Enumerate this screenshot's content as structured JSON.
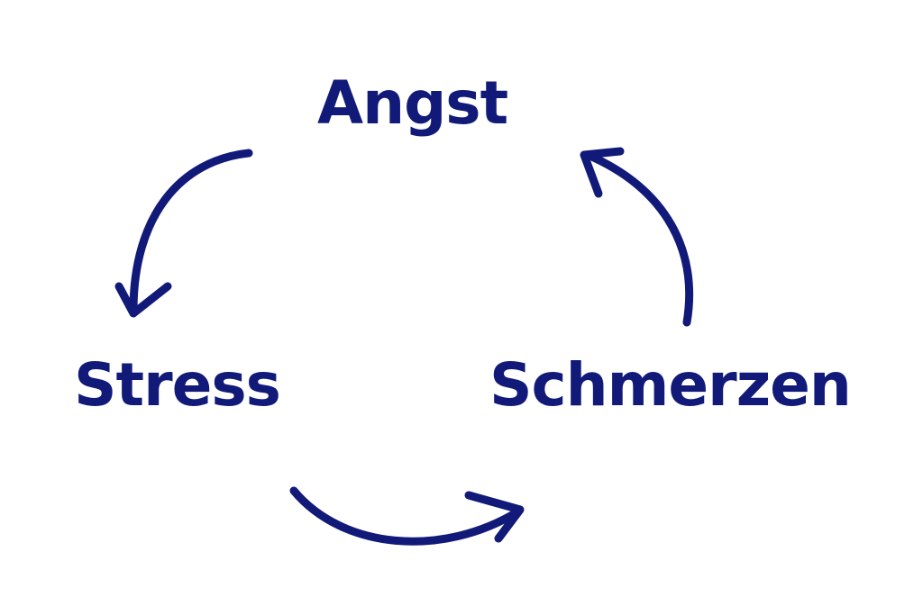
{
  "diagram": {
    "nodes": {
      "angst": "Angst",
      "stress": "Stress",
      "schmerzen": "Schmerzen"
    },
    "edges": [
      {
        "from": "Angst",
        "to": "Stress"
      },
      {
        "from": "Stress",
        "to": "Schmerzen"
      },
      {
        "from": "Schmerzen",
        "to": "Angst"
      }
    ]
  },
  "colors": {
    "text": "#111a78",
    "arrow": "#111a78",
    "background": "#ffffff"
  }
}
